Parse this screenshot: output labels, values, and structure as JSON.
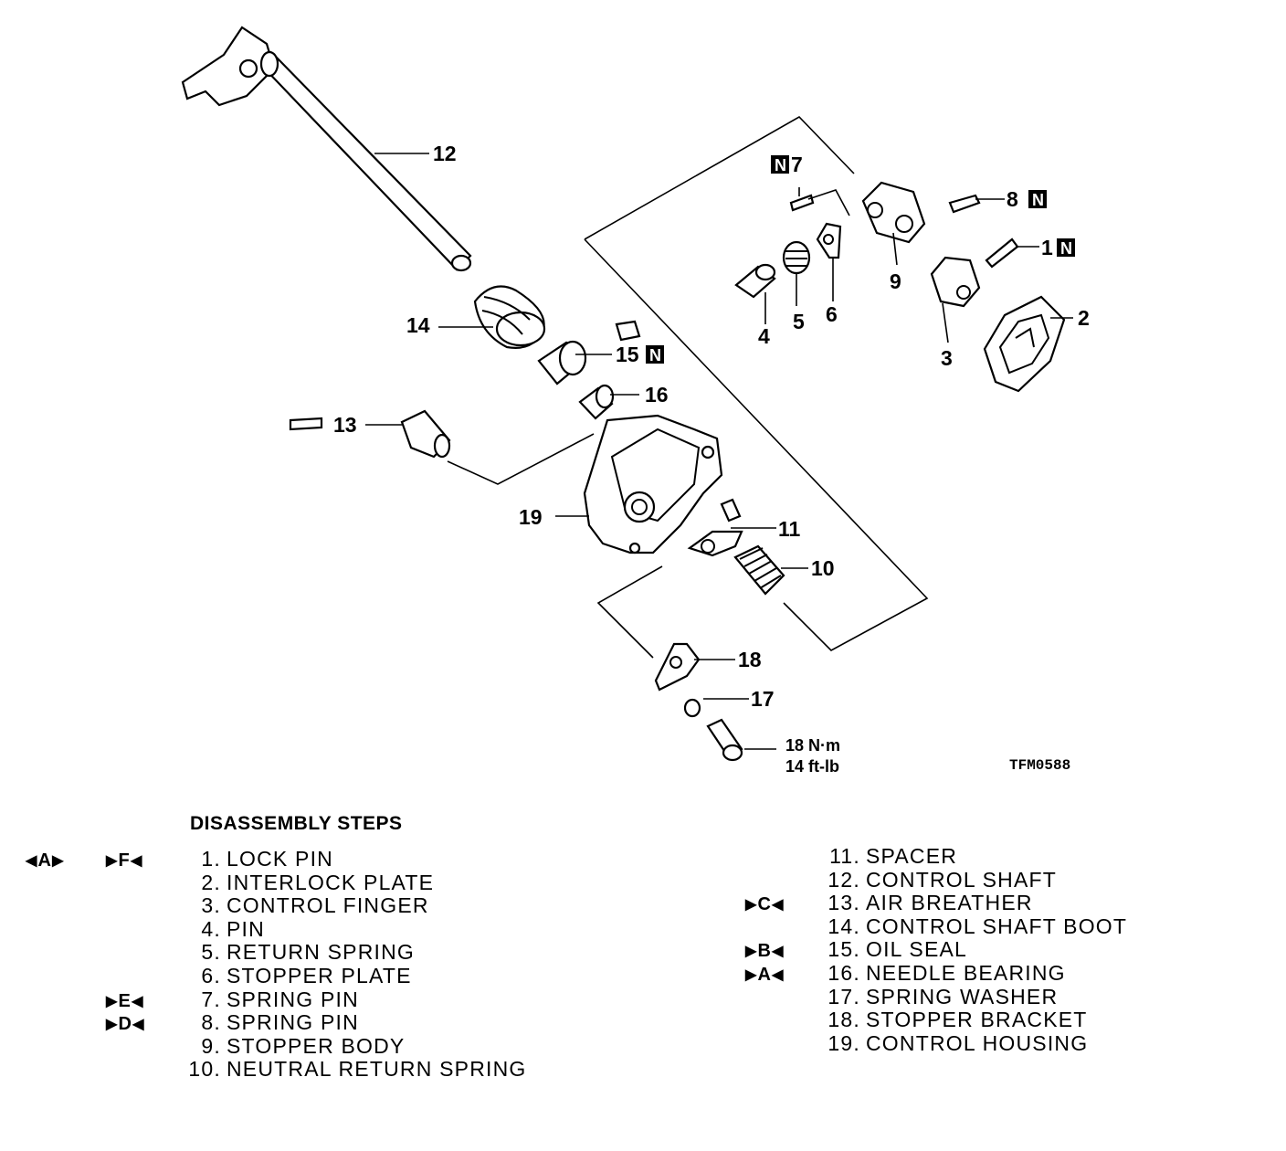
{
  "figure_id": "TFM0588",
  "new_part_marker": "N",
  "callouts": {
    "c1": "1",
    "c2": "2",
    "c3": "3",
    "c4": "4",
    "c5": "5",
    "c6": "6",
    "c7": "7",
    "c8": "8",
    "c9": "9",
    "c10": "10",
    "c11": "11",
    "c12": "12",
    "c13": "13",
    "c14": "14",
    "c15": "15",
    "c16": "16",
    "c17": "17",
    "c18": "18",
    "c19": "19"
  },
  "torque": {
    "metric": "18 N·m",
    "imperial": "14 ft-lb"
  },
  "steps_title": "DISASSEMBLY STEPS",
  "steps": [
    {
      "num": "1.",
      "name": "LOCK PIN"
    },
    {
      "num": "2.",
      "name": "INTERLOCK PLATE"
    },
    {
      "num": "3.",
      "name": "CONTROL FINGER"
    },
    {
      "num": "4.",
      "name": "PIN"
    },
    {
      "num": "5.",
      "name": "RETURN SPRING"
    },
    {
      "num": "6.",
      "name": "STOPPER PLATE"
    },
    {
      "num": "7.",
      "name": "SPRING PIN"
    },
    {
      "num": "8.",
      "name": "SPRING PIN"
    },
    {
      "num": "9.",
      "name": "STOPPER BODY"
    },
    {
      "num": "10.",
      "name": "NEUTRAL RETURN SPRING"
    },
    {
      "num": "11.",
      "name": "SPACER"
    },
    {
      "num": "12.",
      "name": "CONTROL SHAFT"
    },
    {
      "num": "13.",
      "name": "AIR BREATHER"
    },
    {
      "num": "14.",
      "name": "CONTROL SHAFT BOOT"
    },
    {
      "num": "15.",
      "name": "OIL SEAL"
    },
    {
      "num": "16.",
      "name": "NEEDLE BEARING"
    },
    {
      "num": "17.",
      "name": "SPRING WASHER"
    },
    {
      "num": "18.",
      "name": "STOPPER BRACKET"
    },
    {
      "num": "19.",
      "name": "CONTROL HOUSING"
    }
  ],
  "markers": {
    "removal_a": "A",
    "install_f": "F",
    "install_e": "E",
    "install_d": "D",
    "install_c": "C",
    "install_b": "B",
    "install_a": "A"
  }
}
